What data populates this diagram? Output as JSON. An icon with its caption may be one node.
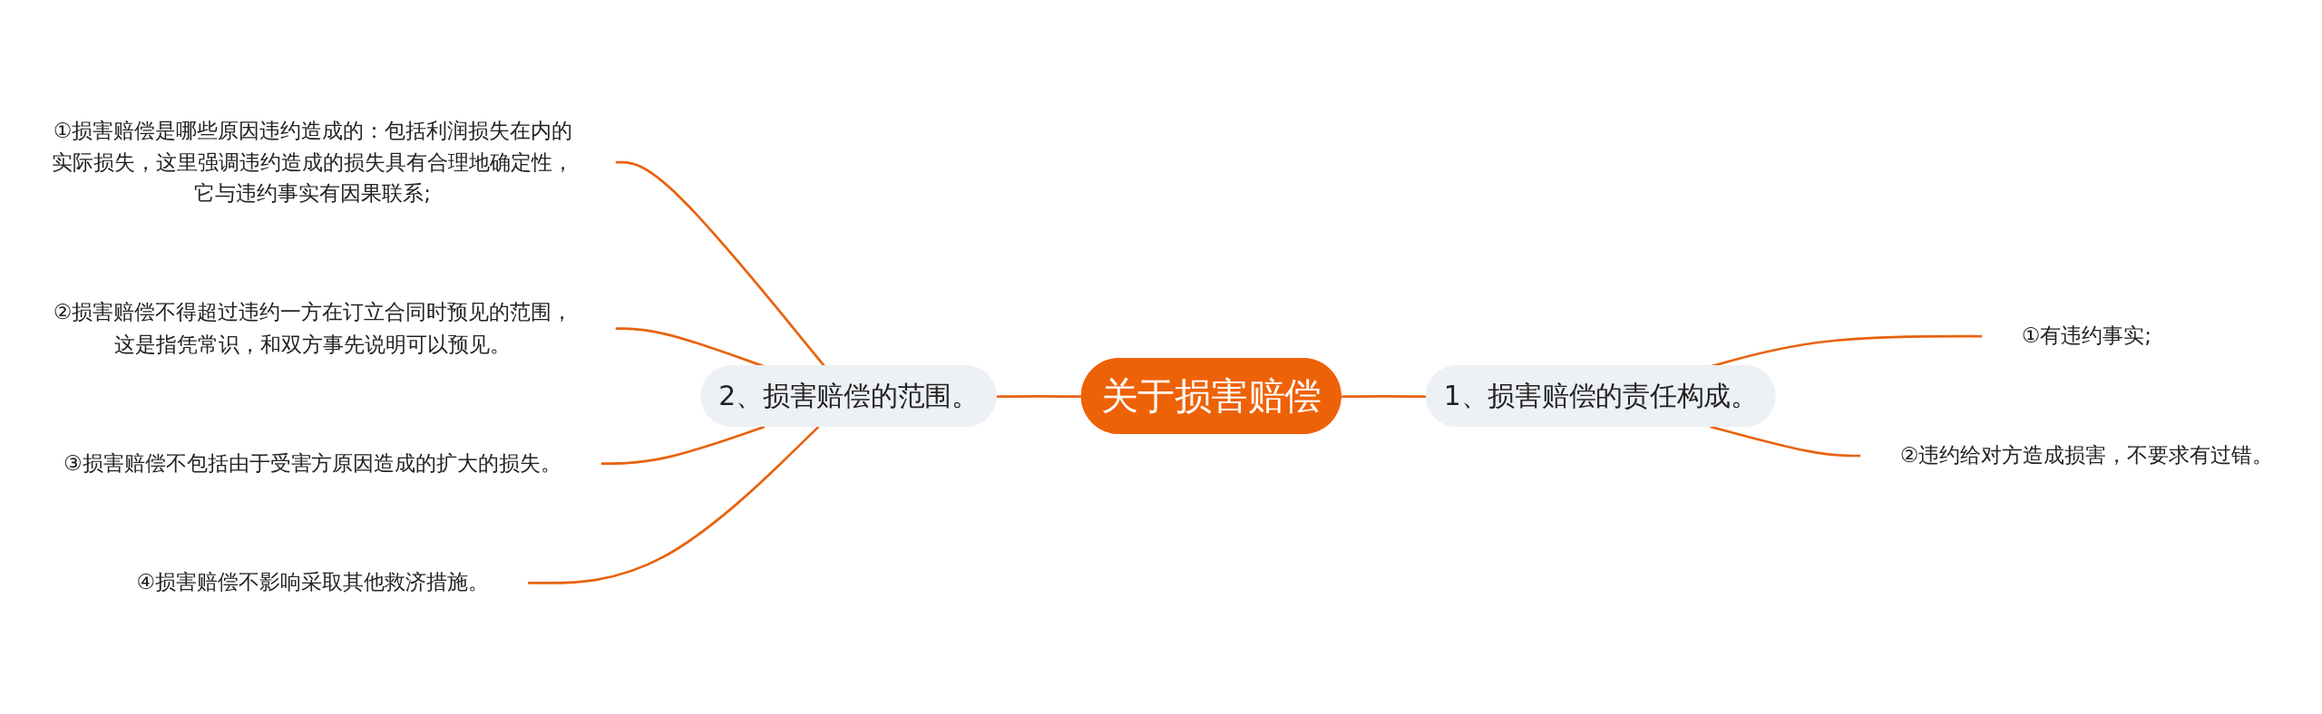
{
  "diagram": {
    "nodes": [
      {
        "text": [
          "关于损害赔偿"
        ]
      },
      {
        "text": [
          "1、损害赔偿的责任构成。"
        ]
      },
      {
        "text": [
          "①有违约事实;"
        ]
      },
      {
        "text": [
          "②违约给对方造成损害，不要求有过错。"
        ]
      },
      {
        "text": [
          "2、损害赔偿的范围。"
        ]
      },
      {
        "text": [
          "①损害赔偿是哪些原因违约造成的：包括利润损失在内的实际损失，这里强调违约造成的损失具有合理地确定性，它与违约事实有因果联系;"
        ]
      },
      {
        "text": [
          "②损害赔偿不得超过违约一方在订立合同时预见的范围，这是指凭常识，和双方事先说明可以预见。"
        ]
      },
      {
        "text": [
          "③损害赔偿不包括由于受害方原因造成的扩大的损失。"
        ]
      },
      {
        "text": [
          "④损害赔偿不影响采取其他救济措施。"
        ]
      }
    ],
    "edges": [
      {
        "from": 5,
        "to": 4,
        "arrow": "none"
      },
      {
        "from": 6,
        "to": 4,
        "arrow": "none"
      },
      {
        "from": 7,
        "to": 4,
        "arrow": "none"
      },
      {
        "from": 8,
        "to": 4,
        "arrow": "none"
      },
      {
        "from": 4,
        "to": 0,
        "arrow": "none"
      },
      {
        "from": 0,
        "to": 1,
        "arrow": "none"
      },
      {
        "from": 1,
        "to": 2,
        "arrow": "none"
      },
      {
        "from": 1,
        "to": 3,
        "arrow": "none"
      }
    ]
  }
}
